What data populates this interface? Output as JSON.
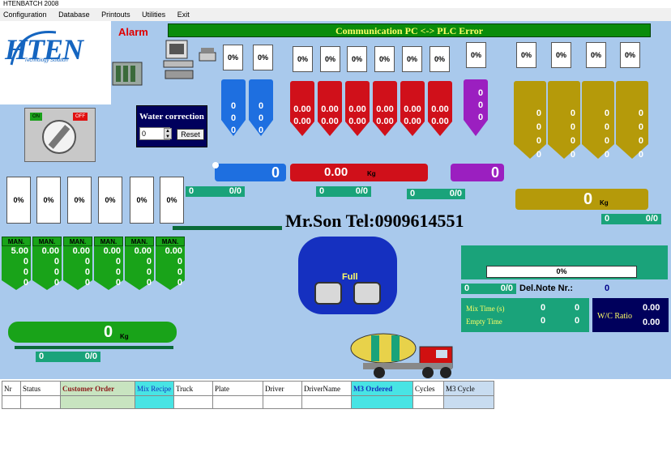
{
  "window": {
    "title": "HTENBATCH 2008"
  },
  "menu": [
    "Configuration",
    "Database",
    "Printouts",
    "Utilities",
    "Exit"
  ],
  "logo": {
    "text": "HTEN",
    "sub": "Technology Solution"
  },
  "alarm": "Alarm",
  "comm_error": "Communication PC <-> PLC Error",
  "switch": {
    "on": "ON",
    "off": "OFF"
  },
  "water": {
    "title": "Water correction",
    "value": "0",
    "reset": "Reset"
  },
  "top_pcts": {
    "cement_a": [
      "0%",
      "0%"
    ],
    "aggregates": [
      "0%",
      "0%",
      "0%",
      "0%",
      "0%",
      "0%"
    ],
    "additive": "0%",
    "cement_b": [
      "0%",
      "0%",
      "0%",
      "0%"
    ]
  },
  "cement_silos": [
    [
      "0",
      "0",
      "0"
    ],
    [
      "0",
      "0",
      "0"
    ]
  ],
  "agg_silos": [
    [
      "0.00",
      "0.00"
    ],
    [
      "0.00",
      "0.00"
    ],
    [
      "0.00",
      "0.00"
    ],
    [
      "0.00",
      "0.00"
    ],
    [
      "0.00",
      "0.00"
    ],
    [
      "0.00",
      "0.00"
    ]
  ],
  "add_silo": [
    "0",
    "0",
    "0"
  ],
  "big_silos": [
    [
      "0",
      "0",
      "0",
      "0"
    ],
    [
      "0",
      "0",
      "0",
      "0"
    ],
    [
      "0",
      "0",
      "0",
      "0"
    ],
    [
      "0",
      "0",
      "0",
      "0"
    ]
  ],
  "scales": {
    "cement": "0",
    "agg": "0.00",
    "agg_unit": "Kg",
    "additive": "0",
    "big": "0",
    "big_unit": "Kg",
    "water": "0",
    "water_unit": "Kg"
  },
  "counters": {
    "cement": [
      "0",
      "0/0"
    ],
    "agg": [
      "0",
      "0/0"
    ],
    "additive": [
      "0",
      "0/0"
    ],
    "big": [
      "0",
      "0/0"
    ],
    "water": [
      "0",
      "0/0"
    ],
    "prog": [
      "0",
      "0/0"
    ]
  },
  "man_pcts": [
    "0%",
    "0%",
    "0%",
    "0%",
    "0%",
    "0%"
  ],
  "man_hoppers": [
    {
      "label": "MAN.",
      "vals": [
        "5.00",
        "0",
        "0",
        "0"
      ]
    },
    {
      "label": "MAN.",
      "vals": [
        "0.00",
        "0",
        "0",
        "0"
      ]
    },
    {
      "label": "MAN.",
      "vals": [
        "0.00",
        "0",
        "0",
        "0"
      ]
    },
    {
      "label": "MAN.",
      "vals": [
        "0.00",
        "0",
        "0",
        "0"
      ]
    },
    {
      "label": "MAN.",
      "vals": [
        "0.00",
        "0",
        "0",
        "0"
      ]
    },
    {
      "label": "MAN.",
      "vals": [
        "0.00",
        "0",
        "0",
        "0"
      ]
    }
  ],
  "contact": "Mr.Son Tel:0909614551",
  "mixer": {
    "status": "Full"
  },
  "progress": {
    "pct": "0%"
  },
  "delnote": {
    "label": "Del.Note Nr.:",
    "value": "0"
  },
  "mix": {
    "mix_time_label": "Mix Time (s)",
    "empty_time_label": "Empty Time",
    "mix_a": "0",
    "mix_b": "0",
    "empty_a": "0",
    "empty_b": "0"
  },
  "wc": {
    "label": "W/C Ratio",
    "v1": "0.00",
    "v2": "0.00"
  },
  "table_headers": [
    "Nr",
    "Status",
    "Customer Order",
    "Mix Recipe",
    "Truck",
    "Plate",
    "Driver",
    "DriverName",
    "M3 Ordered",
    "Cycles",
    "M3 Cycle"
  ],
  "colors": {
    "panel": "#a9c9ec",
    "green": "#1aa37a",
    "cement": "#1e6fe0",
    "aggregate": "#d0101a",
    "additive": "#9b1fc0",
    "big_silo": "#b59a0a",
    "hopper": "#19a319"
  }
}
